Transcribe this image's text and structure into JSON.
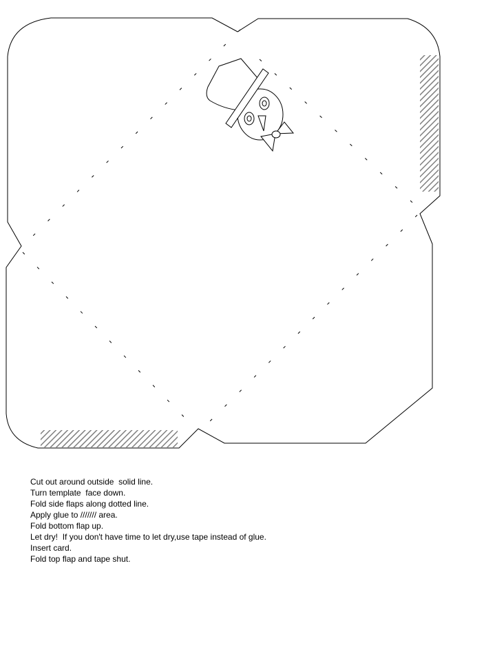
{
  "colors": {
    "cut_line": "#000000",
    "glue_hatch": "#808080",
    "background": "#ffffff"
  },
  "illustration": {
    "name": "snowman-top-hat-bowtie"
  },
  "instructions": [
    "Cut out around outside  solid line.",
    "Turn template  face down.",
    "Fold side flaps along dotted line.",
    "Apply glue to /////// area.",
    "Fold bottom flap up.",
    "Let dry!  If you don't have time to let dry,use tape instead of glue.",
    "Insert card.",
    "Fold top flap and tape shut."
  ]
}
